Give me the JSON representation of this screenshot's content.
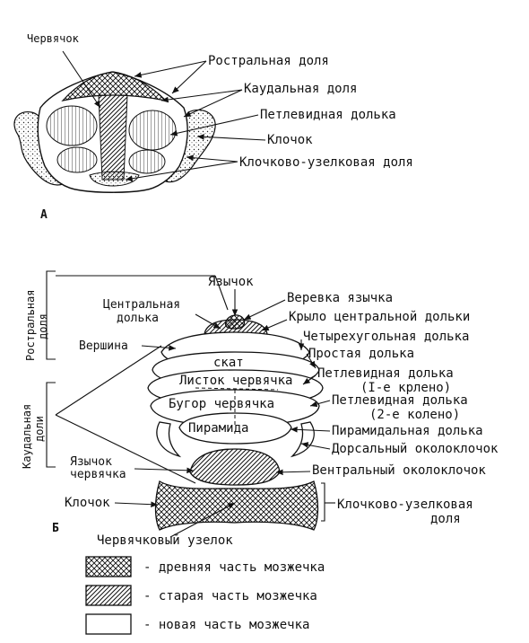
{
  "panel_a": {
    "letter": "А",
    "labels": {
      "vermis": "Червячок",
      "rostral_lobe": "Ростральная доля",
      "caudal_lobe": "Каудальная доля",
      "ansiform_lobule": "Петлевидная долька",
      "flocculus": "Клочок",
      "flocculonodular_lobe": "Клочково-узелковая доля"
    }
  },
  "panel_b": {
    "letter": "Б",
    "side": {
      "rostral_line1": "Ростральная",
      "rostral_line2": "доля",
      "caudal_line1": "Каудальная",
      "caudal_line2": "доли"
    },
    "labels": {
      "lingula": "Язычок",
      "central_lobule_line1": "Центральная",
      "central_lobule_line2": "долька",
      "frenulum": "Веревка язычка",
      "central_wing": "Крыло центральной дольки",
      "quadrangular": "Четырехугольная долька",
      "culmen": "Вершина",
      "simple": "Простая долька",
      "declive": "скат",
      "folium": "Листок червячка",
      "ansiform1_line1": "Петлевидная долька",
      "ansiform1_line2": "(I-е крлено)",
      "tuber": "Бугор червячка",
      "ansiform2_line1": "Петлевидная долька",
      "ansiform2_line2": "(2-е колено)",
      "pyramis": "Пирамида",
      "pyramidal": "Пирамидальная долька",
      "dorsal_parafl": "Дорсальный околоклочок",
      "uvula_line1": "Язычок",
      "uvula_line2": "червячка",
      "ventral_parafl": "Вентральный околоклочок",
      "flocculus": "Клочок",
      "fn_line1": "Клочково-узелковая",
      "fn_line2": "доля",
      "nodulus": "Червячковый узелок"
    }
  },
  "legend": [
    {
      "text": "- древняя часть мозжечка"
    },
    {
      "text": "- старая часть мозжечка"
    },
    {
      "text": "- новая часть мозжечка"
    }
  ]
}
